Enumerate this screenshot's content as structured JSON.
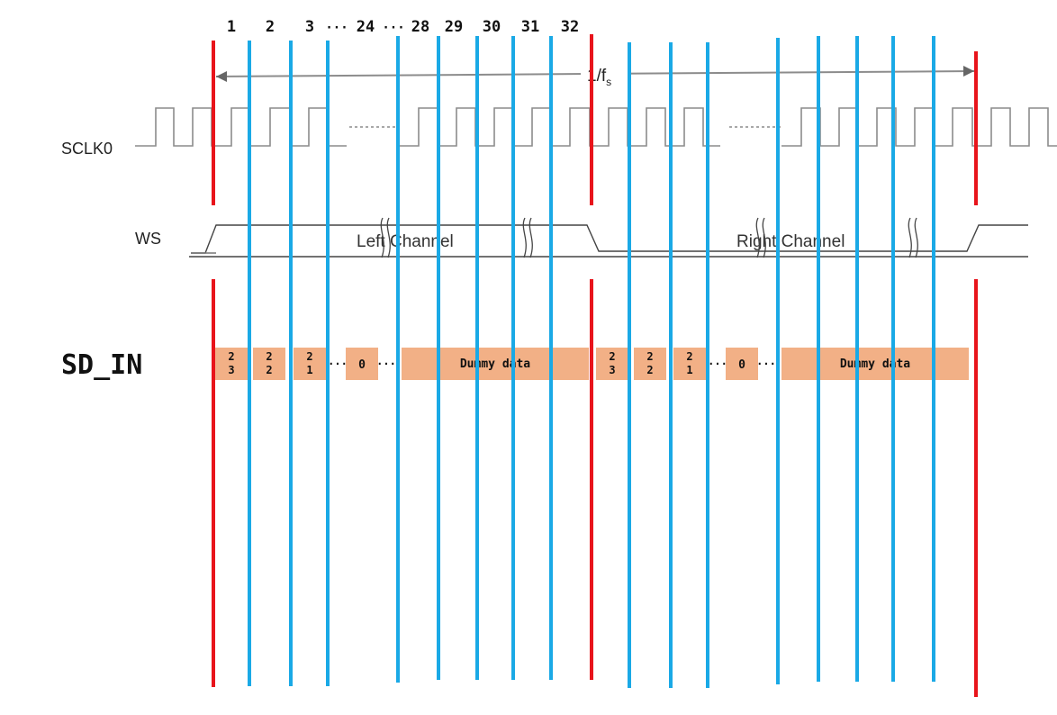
{
  "bit_numbers": [
    "1",
    "2",
    "3",
    "24",
    "28",
    "29",
    "30",
    "31",
    "32"
  ],
  "period_label": "1/f",
  "period_subscript": "s",
  "signals": {
    "sclk": "SCLK0",
    "ws": "WS",
    "sd": "SD_IN"
  },
  "channels": {
    "left": "Left Channel",
    "right": "Right Channel"
  },
  "sd_cells": {
    "b23": [
      "2",
      "3"
    ],
    "b22": [
      "2",
      "2"
    ],
    "b21": [
      "2",
      "1"
    ],
    "zero": "0",
    "dots": "···",
    "dummy": "Dummy data"
  },
  "colors": {
    "frame_boundary": "#e8141b",
    "bit_marker": "#1aa9e6",
    "data_cell": "#f2b086",
    "waveform": "#8c8c8c"
  }
}
